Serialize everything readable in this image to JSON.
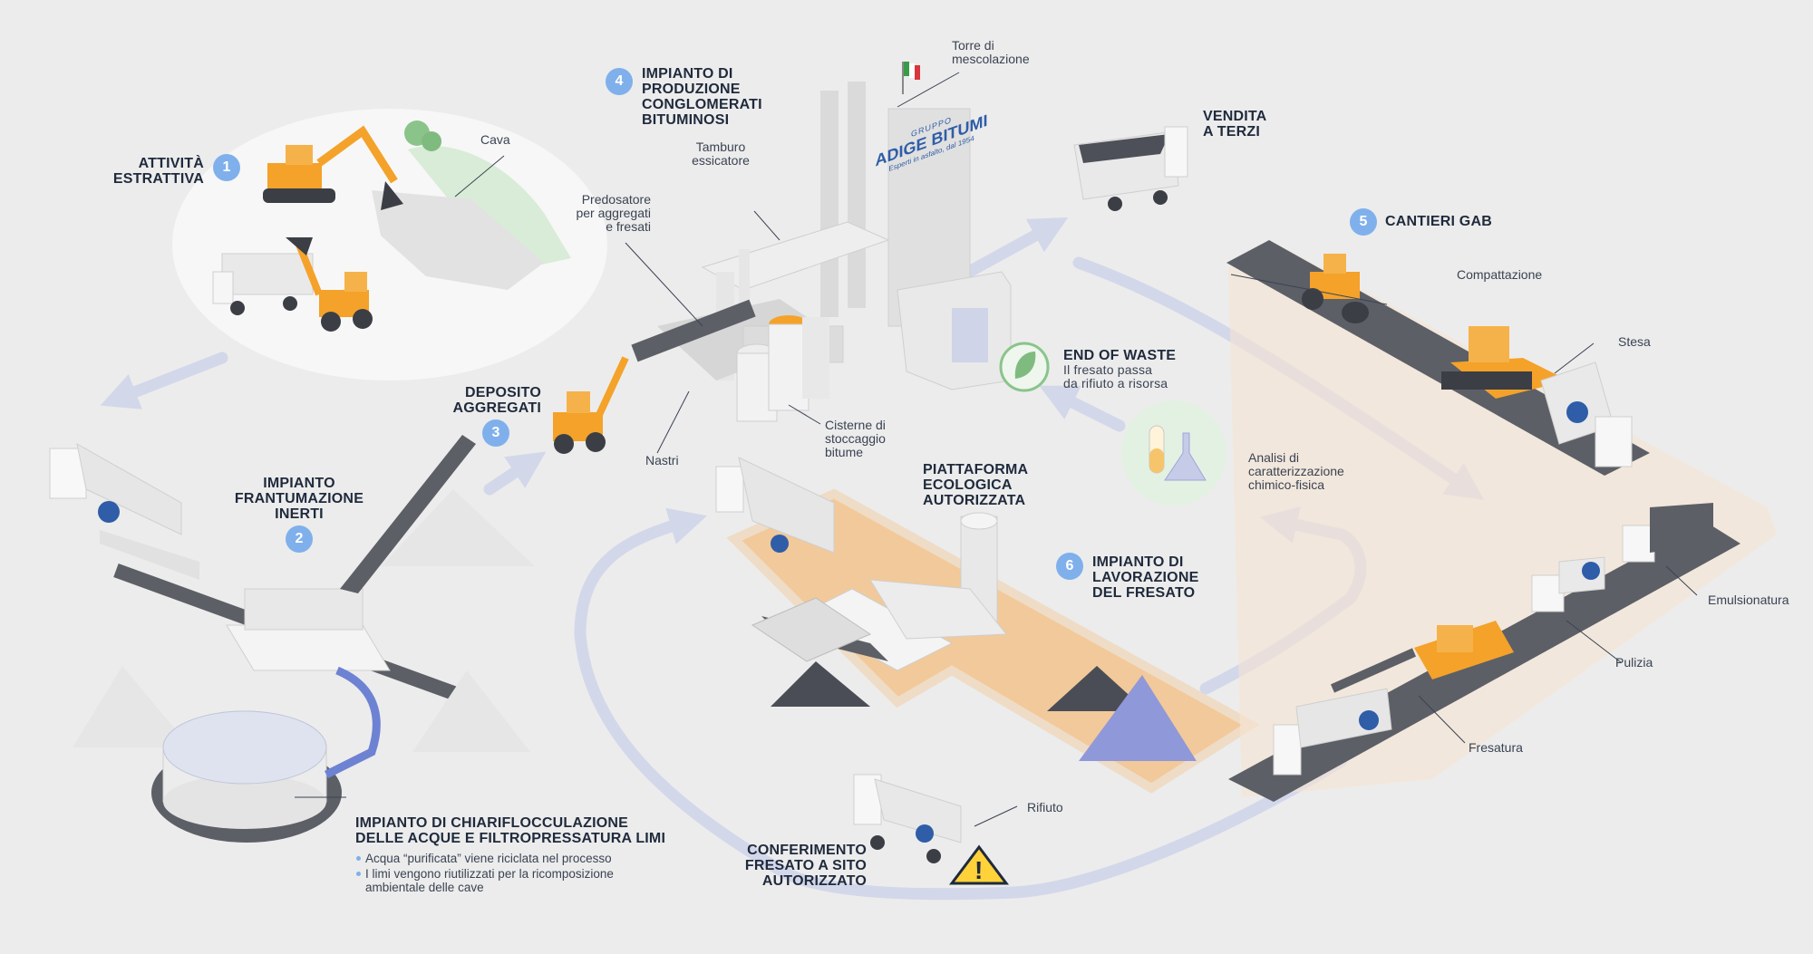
{
  "colors": {
    "background": "#ececec",
    "badge": "#7fb0ec",
    "flow_arrow": "#d3d7ea",
    "machine_orange": "#f4a22a",
    "sand_area": "#f2c99a",
    "road": "#5c5f66",
    "title_text": "#1f2a3c",
    "brand_blue": "#2f5da8"
  },
  "sections": {
    "s1": {
      "number": "1",
      "title_lines": [
        "ATTIVITÀ",
        "ESTRATTIVA"
      ]
    },
    "s2": {
      "number": "2",
      "title_lines": [
        "IMPIANTO",
        "FRANTUMAZIONE",
        "INERTI"
      ]
    },
    "s3": {
      "number": "3",
      "title_lines": [
        "DEPOSITO",
        "AGGREGATI"
      ]
    },
    "s4": {
      "number": "4",
      "title_lines": [
        "IMPIANTO DI",
        "PRODUZIONE",
        "CONGLOMERATI",
        "BITUMINOSI"
      ]
    },
    "s5": {
      "number": "5",
      "title_lines": [
        "CANTIERI GAB"
      ]
    },
    "s6": {
      "number": "6",
      "title_lines": [
        "IMPIANTO DI",
        "LAVORAZIONE",
        "DEL FRESATO"
      ]
    }
  },
  "plain_titles": {
    "vendita": [
      "VENDITA",
      "A TERZI"
    ],
    "piattaforma": [
      "PIATTAFORMA",
      "ECOLOGICA",
      "AUTORIZZATA"
    ],
    "conferimento": [
      "CONFERIMENTO",
      "FRESATO A SITO",
      "AUTORIZZATO"
    ],
    "chiari": [
      "IMPIANTO DI CHIARIFLOCCULAZIONE",
      "DELLE ACQUE E FILTROPRESSATURA LIMI"
    ],
    "end_of_waste": {
      "title": "END OF WASTE",
      "sub": [
        "Il fresato passa",
        "da rifiuto a risorsa"
      ]
    }
  },
  "bullets": [
    [
      "Acqua “purificata” viene riciclata nel processo"
    ],
    [
      "I limi vengono riutilizzati per la ricomposizione",
      "ambientale delle cave"
    ]
  ],
  "labels": {
    "cava": [
      "Cava"
    ],
    "torre": [
      "Torre di",
      "mescolazione"
    ],
    "tamburo": [
      "Tamburo",
      "essicatore"
    ],
    "predosatore": [
      "Predosatore",
      "per aggregati",
      "e fresati"
    ],
    "nastri": [
      "Nastri"
    ],
    "cisterne": [
      "Cisterne di",
      "stoccaggio",
      "bitume"
    ],
    "analisi": [
      "Analisi di",
      "caratterizzazione",
      "chimico-fisica"
    ],
    "compattazione": [
      "Compattazione"
    ],
    "stesa": [
      "Stesa"
    ],
    "emulsionatura": [
      "Emulsionatura"
    ],
    "pulizia": [
      "Pulizia"
    ],
    "fresatura": [
      "Fresatura"
    ],
    "rifiuto": [
      "Rifiuto"
    ]
  },
  "brand": {
    "name": "ADIGE BITUMI",
    "tagline": "Esperti in asfalto, dal 1954",
    "small": "GRUPPO"
  }
}
